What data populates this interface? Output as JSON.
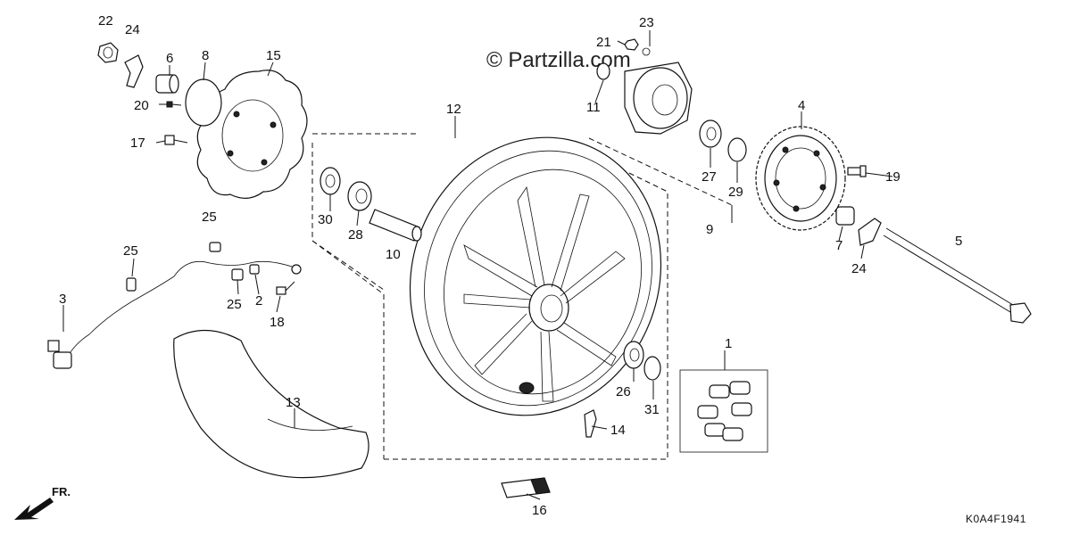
{
  "watermark": "© Partzilla.com",
  "diagram_code": "K0A4F1941",
  "direction_label": "FR.",
  "callouts": {
    "c1": "1",
    "c2": "2",
    "c3": "3",
    "c4": "4",
    "c5": "5",
    "c6": "6",
    "c7": "7",
    "c8": "8",
    "c9": "9",
    "c10": "10",
    "c11": "11",
    "c12": "12",
    "c13": "13",
    "c14": "14",
    "c15": "15",
    "c16": "16",
    "c17": "17",
    "c18": "18",
    "c19": "19",
    "c20": "20",
    "c21": "21",
    "c22": "22",
    "c23": "23",
    "c24a": "24",
    "c24b": "24",
    "c25a": "25",
    "c25b": "25",
    "c25c": "25",
    "c26": "26",
    "c27": "27",
    "c28": "28",
    "c29": "29",
    "c30": "30",
    "c31": "31"
  }
}
